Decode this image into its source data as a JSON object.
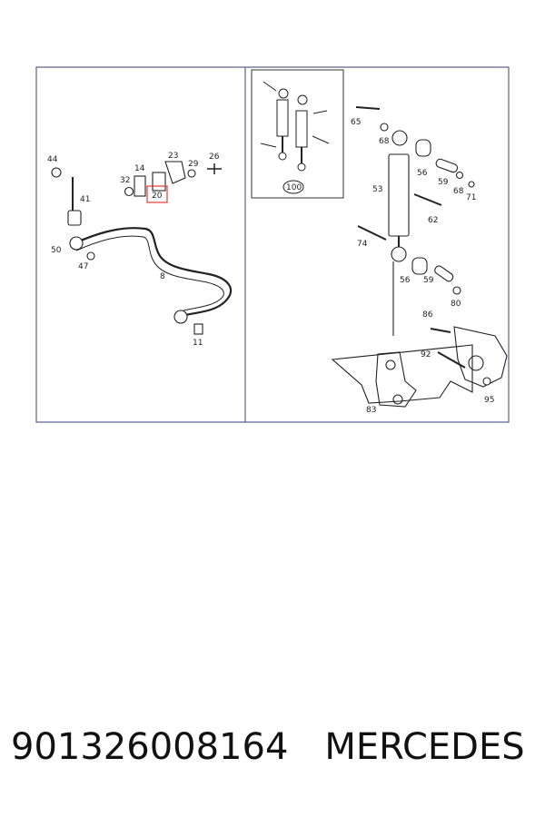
{
  "diagram": {
    "highlight_color": "#e53935",
    "frame_color": "#5b5f8a",
    "left_panel": {
      "callouts": {
        "c44": "44",
        "c41": "41",
        "c50": "50",
        "c47": "47",
        "c8": "8",
        "c11": "11",
        "c14": "14",
        "c32": "32",
        "c23": "23",
        "c29": "29",
        "c26": "26",
        "c20": "20"
      },
      "highlighted_part": "20"
    },
    "inset": {
      "label": "100"
    },
    "right_panel": {
      "callouts": {
        "c65": "65",
        "c68a": "68",
        "c56a": "56",
        "c59a": "59",
        "c68b": "68",
        "c71": "71",
        "c53": "53",
        "c62": "62",
        "c74": "74",
        "c56b": "56",
        "c59b": "59",
        "c80": "80",
        "c86": "86",
        "c92": "92",
        "c95": "95",
        "c83": "83"
      }
    }
  },
  "caption": {
    "part_number": "901326008164",
    "brand": "MERCEDES"
  }
}
